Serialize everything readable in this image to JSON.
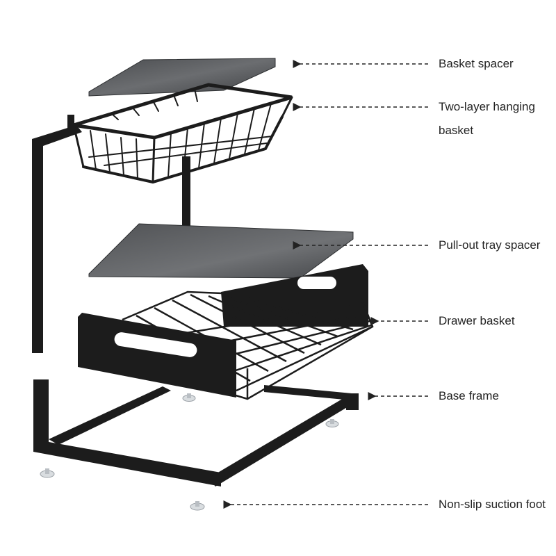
{
  "labels": {
    "basket_spacer": "Basket spacer",
    "hanging_basket_line1": "Two-layer hanging",
    "hanging_basket_line2": "basket",
    "pull_out_tray_spacer": "Pull-out tray spacer",
    "drawer_basket": "Drawer basket",
    "base_frame": "Base frame",
    "suction_foot": "Non-slip suction foot"
  },
  "colors": {
    "frame": "#1c1c1c",
    "spacer": "#55575a",
    "label_text": "#222222",
    "arrow": "#222222",
    "suction_foot": "#d9dde0"
  }
}
